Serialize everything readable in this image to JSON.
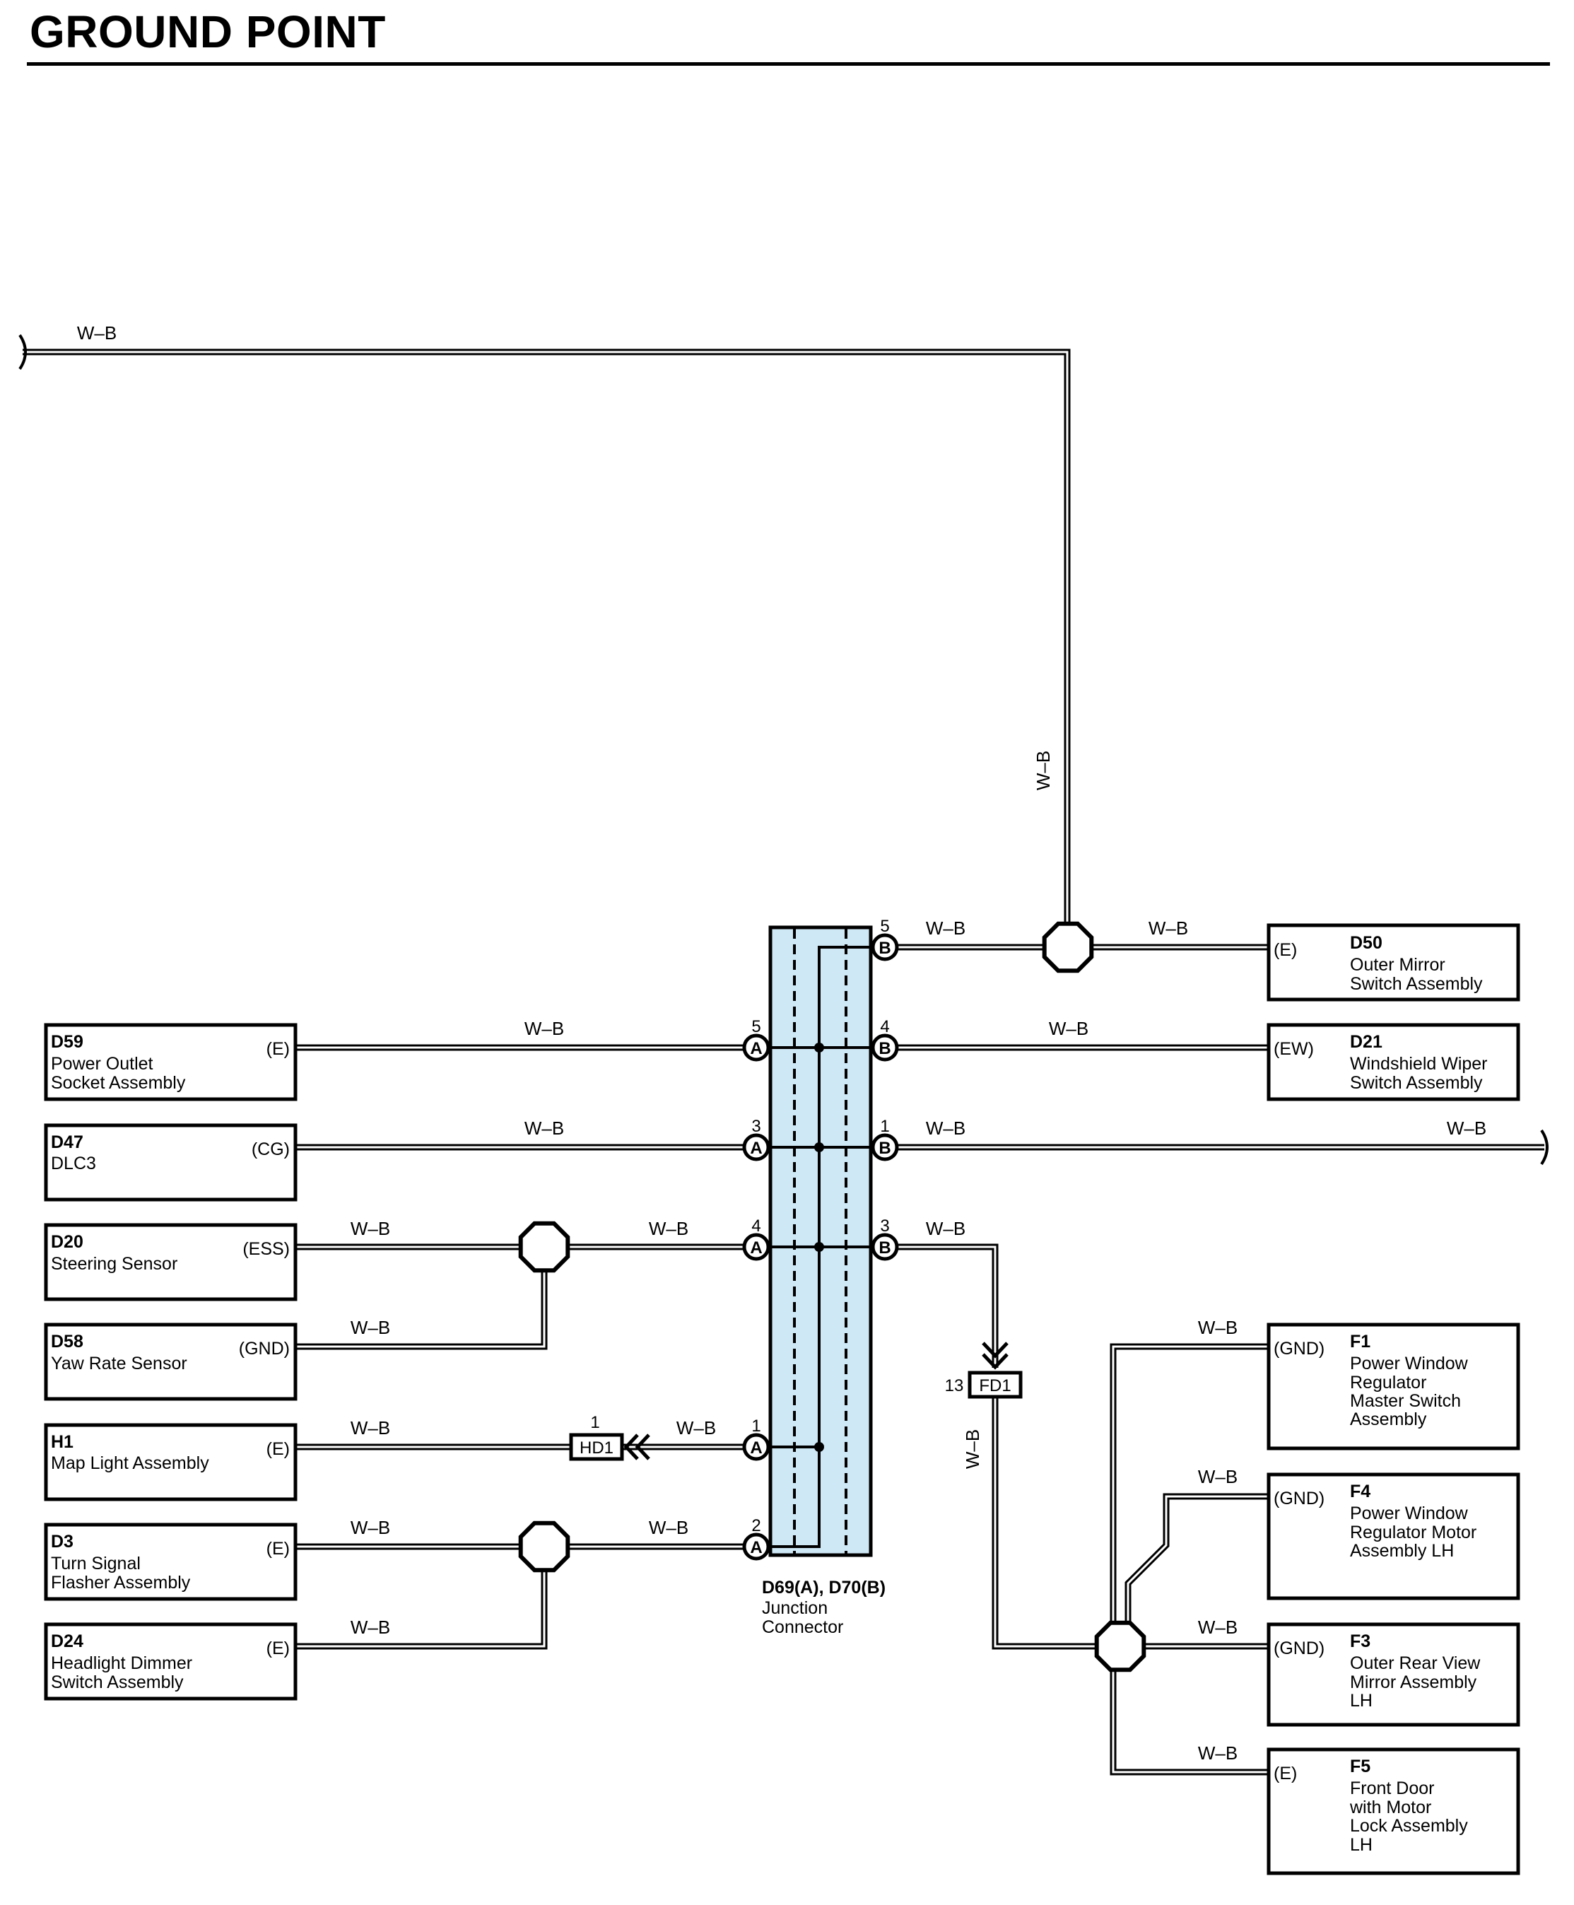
{
  "title": "GROUND POINT",
  "colors": {
    "line": "#000000",
    "junction_fill": "#cfe8f6",
    "background": "#ffffff"
  },
  "wire_color": "W–B",
  "junction": {
    "id": "D69(A), D70(B)",
    "name_lines": [
      "Junction",
      "Connector"
    ]
  },
  "components_left": [
    {
      "id": "D59",
      "name_lines": [
        "Power Outlet",
        "Socket Assembly"
      ],
      "pin": "(E)"
    },
    {
      "id": "D47",
      "name_lines": [
        "DLC3"
      ],
      "pin": "(CG)"
    },
    {
      "id": "D20",
      "name_lines": [
        "Steering Sensor"
      ],
      "pin": "(ESS)"
    },
    {
      "id": "D58",
      "name_lines": [
        "Yaw Rate Sensor"
      ],
      "pin": "(GND)"
    },
    {
      "id": "H1",
      "name_lines": [
        "Map Light Assembly"
      ],
      "pin": "(E)"
    },
    {
      "id": "D3",
      "name_lines": [
        "Turn Signal",
        "Flasher Assembly"
      ],
      "pin": "(E)"
    },
    {
      "id": "D24",
      "name_lines": [
        "Headlight Dimmer",
        "Switch Assembly"
      ],
      "pin": "(E)"
    }
  ],
  "components_right": [
    {
      "id": "D50",
      "name_lines": [
        "Outer Mirror",
        "Switch Assembly"
      ],
      "pin": "(E)"
    },
    {
      "id": "D21",
      "name_lines": [
        "Windshield Wiper",
        "Switch Assembly"
      ],
      "pin": "(EW)"
    },
    {
      "id": "F1",
      "name_lines": [
        "Power Window",
        "Regulator",
        "Master Switch",
        "Assembly"
      ],
      "pin": "(GND)"
    },
    {
      "id": "F4",
      "name_lines": [
        "Power Window",
        "Regulator Motor",
        "Assembly LH"
      ],
      "pin": "(GND)"
    },
    {
      "id": "F3",
      "name_lines": [
        "Outer Rear View",
        "Mirror Assembly",
        "LH"
      ],
      "pin": "(GND)"
    },
    {
      "id": "F5",
      "name_lines": [
        "Front Door",
        "with Motor",
        "Lock Assembly",
        "LH"
      ],
      "pin": "(E)"
    }
  ],
  "junction_pins": {
    "A": [
      {
        "letter": "A",
        "number": "5"
      },
      {
        "letter": "A",
        "number": "3"
      },
      {
        "letter": "A",
        "number": "4"
      },
      {
        "letter": "A",
        "number": "1"
      },
      {
        "letter": "A",
        "number": "2"
      }
    ],
    "B": [
      {
        "letter": "B",
        "number": "5"
      },
      {
        "letter": "B",
        "number": "4"
      },
      {
        "letter": "B",
        "number": "1"
      },
      {
        "letter": "B",
        "number": "3"
      }
    ]
  },
  "plugs": [
    {
      "id": "HD1",
      "pin": "1"
    },
    {
      "id": "FD1",
      "pin": "13"
    }
  ]
}
